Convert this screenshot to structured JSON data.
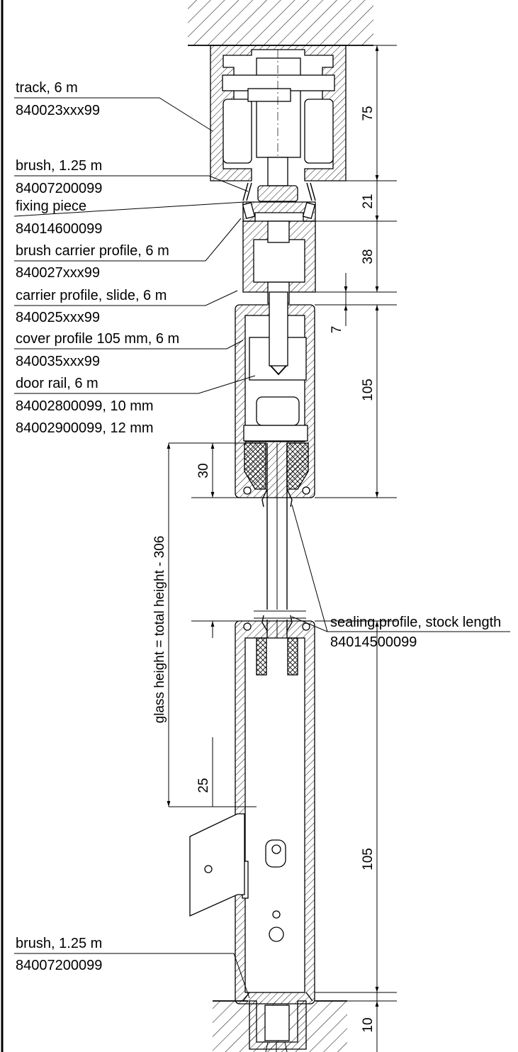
{
  "labels": {
    "track_name": "track, 6 m",
    "track_code": "840023xxx99",
    "brush_top_name": "brush, 1.25 m",
    "brush_top_code": "84007200099",
    "fixing_name": "fixing piece",
    "fixing_code": "84014600099",
    "brush_carrier_name": "brush carrier profile, 6 m",
    "brush_carrier_code": "840027xxx99",
    "carrier_name": "carrier profile, slide, 6 m",
    "carrier_code": "840025xxx99",
    "cover_name": "cover profile 105 mm, 6 m",
    "cover_code": "840035xxx99",
    "door_rail_name": "door rail, 6 m",
    "door_rail_code_10": "84002800099, 10 mm",
    "door_rail_code_12": "84002900099, 12 mm",
    "sealing_name": "sealing profile, stock length",
    "sealing_code": "84014500099",
    "brush_bottom_name": "brush, 1.25 m",
    "brush_bottom_code": "84007200099"
  },
  "dimensions": {
    "d75": "75",
    "d21": "21",
    "d38": "38",
    "d7": "7",
    "d105_top": "105",
    "d30": "30",
    "glass": "glass height = total height - 306",
    "d25": "25",
    "d105_bottom": "105",
    "d10": "10"
  }
}
